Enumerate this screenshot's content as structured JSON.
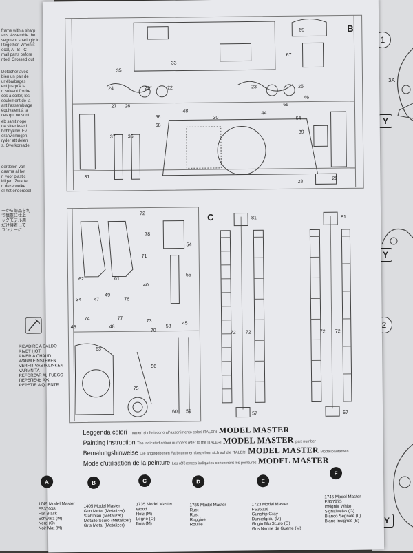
{
  "left_page": {
    "block1": [
      "frame with a sharp",
      "arts. Assemble the",
      "segment sparingly to",
      "l together. When it",
      "ecal, A - B - C",
      "mall parts before",
      "nted. Crossed out"
    ],
    "block2": [
      "Détacher avec",
      "bien un pair de",
      "ur ébarbages",
      "ent jusqu'à la",
      "n suivant l'ordre",
      "ces à coller, les",
      "seulement de la",
      "ant l'assemblage",
      "équivalent à la",
      "ces qui ne sont"
    ],
    "block3": [
      "eb samt noge",
      "de sitter kvar i",
      "hobbykniv. Ev.",
      "eranvisningen.",
      "ryder att delen",
      "s. Överkorsade"
    ],
    "block4": [
      "derdelen van",
      "daarna al het",
      "n voor plastic",
      "idigen. Zwarte",
      "n deze welke",
      "el het onderdeel"
    ],
    "block5": [
      "ーから部品を切",
      "で慎重に仕上",
      "ックモデル用",
      "だけ接着して",
      "ランナーに"
    ]
  },
  "sheet": {
    "section_b": "B",
    "section_c": "C",
    "part_labels_b": [
      "35",
      "69",
      "67",
      "24",
      "25",
      "22",
      "23",
      "25",
      "46",
      "66",
      "26",
      "27",
      "44",
      "48",
      "68",
      "30",
      "64",
      "39",
      "37",
      "36",
      "31",
      "28",
      "29",
      "33",
      "65"
    ],
    "part_labels_c": [
      "72",
      "78",
      "71",
      "54",
      "40",
      "62",
      "61",
      "55",
      "49",
      "34",
      "47",
      "76",
      "74",
      "77",
      "46",
      "48",
      "73",
      "58",
      "45",
      "70",
      "63",
      "56",
      "75",
      "60",
      "59",
      "81",
      "72",
      "72",
      "57",
      "81",
      "72",
      "72",
      "57"
    ],
    "rivet_tool": {
      "lines": [
        "RIBADIRE A CALDO",
        "RIVET HOT",
        "RIVER À CHAUD",
        "WARM EINSTEKEN",
        "VERHIT VASTKLINKEN",
        "VARMNITA",
        "REFORZAR AL FUEGO",
        "ПЕРЕПЕЧЬ АЖ",
        "REPETIR A QUENTE"
      ]
    },
    "legend": {
      "it_title": "Leggenda colori",
      "it_note": "I numeri si riferiscono all'assortimento colori ITALERI",
      "en_title": "Painting instruction",
      "en_note": "The indicated colour numbers refer to the ITALERI",
      "en_suffix": "part number",
      "de_title": "Bemalungshinweise",
      "de_note": "Die angegebenen Farbnummern beziehen sich auf die ITALERI",
      "de_suffix": "Modellbaufarben.",
      "fr_title": "Mode d'utilisation de la peinture",
      "fr_note": "Les références indiquées concernent les peintures",
      "brand": "MODEL MASTER"
    },
    "colors": [
      {
        "letter": "A",
        "lines": [
          "1749 Model Master",
          "FS37038",
          "Flat Black",
          "Schwarz (M)",
          "Nero (O)",
          "Noir Mat (M)"
        ]
      },
      {
        "letter": "B",
        "lines": [
          "1405 Model Master",
          "Gun Metal (Metalizer)",
          "Stahlblau (Metalizer)",
          "Metallo Scuro (Metalizer)",
          "Gris Metal (Metalizer)"
        ]
      },
      {
        "letter": "C",
        "lines": [
          "1735 Model Master",
          "Wood",
          "Holz (M)",
          "Legno (O)",
          "Bois (M)"
        ]
      },
      {
        "letter": "D",
        "lines": [
          "1785 Model Master",
          "Rust",
          "Rost",
          "Ruggine",
          "Rouille"
        ]
      },
      {
        "letter": "E",
        "lines": [
          "1723 Model Master",
          "FS36118",
          "Gunship Gray",
          "Dunkelgrau (M)",
          "Grigio Blu Scuro (O)",
          "Gris Narine de Guerre (M)"
        ]
      },
      {
        "letter": "F",
        "lines": [
          "1745 Model Master",
          "FS17875",
          "Insignia White",
          "Signalweiss (G)",
          "Bianco Segnale (L)",
          "Blanc Insignes (B)"
        ]
      }
    ]
  },
  "right_page": {
    "step1": "1",
    "step2": "2",
    "callout": "3A",
    "ymark1": "Y",
    "ymark2": "Y",
    "ymark3": "Y"
  }
}
